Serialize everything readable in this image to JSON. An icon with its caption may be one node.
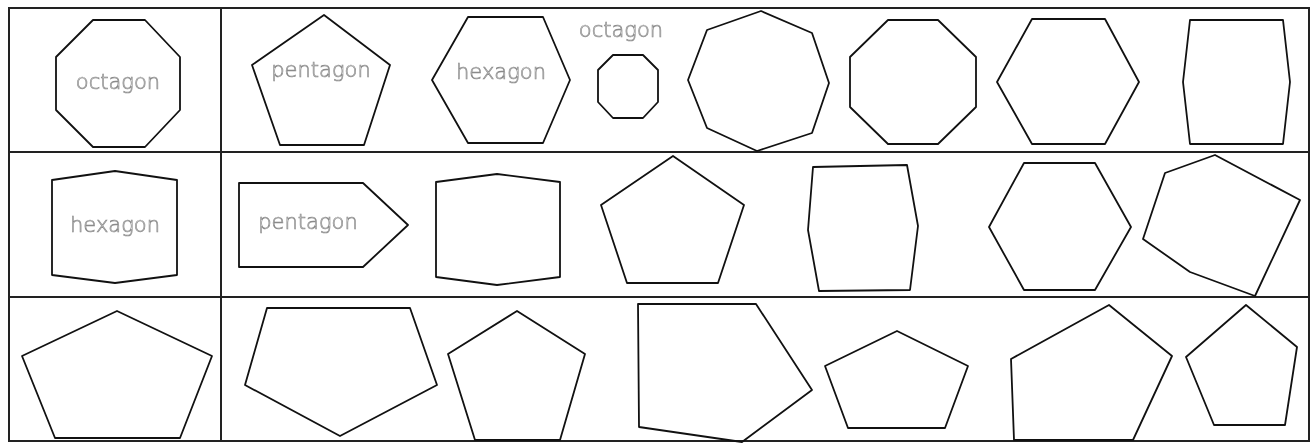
{
  "diagram": {
    "nodes": [
      {
        "text": [
          "octagon"
        ]
      },
      {
        "text": [
          "pentagon"
        ]
      },
      {
        "text": [
          "hexagon"
        ]
      },
      {
        "text": [
          "octagon"
        ]
      },
      {
        "text": [],
        "shape": "octagon"
      },
      {
        "text": [],
        "shape": "octagon"
      },
      {
        "text": [],
        "shape": "hexagon"
      },
      {
        "text": [],
        "shape": "hexagon"
      },
      {
        "text": [
          "hexagon"
        ]
      },
      {
        "text": [
          "pentagon"
        ]
      },
      {
        "text": [],
        "shape": "hexagon"
      },
      {
        "text": [],
        "shape": "pentagon"
      },
      {
        "text": [],
        "shape": "hexagon"
      },
      {
        "text": [],
        "shape": "hexagon"
      },
      {
        "text": [],
        "shape": "hexagon"
      },
      {
        "text": [],
        "shape": "pentagon"
      },
      {
        "text": [],
        "shape": "pentagon"
      },
      {
        "text": [],
        "shape": "pentagon"
      },
      {
        "text": [],
        "shape": "pentagon"
      },
      {
        "text": [],
        "shape": "pentagon"
      },
      {
        "text": [],
        "shape": "pentagon"
      },
      {
        "text": [],
        "shape": "pentagon"
      }
    ]
  }
}
